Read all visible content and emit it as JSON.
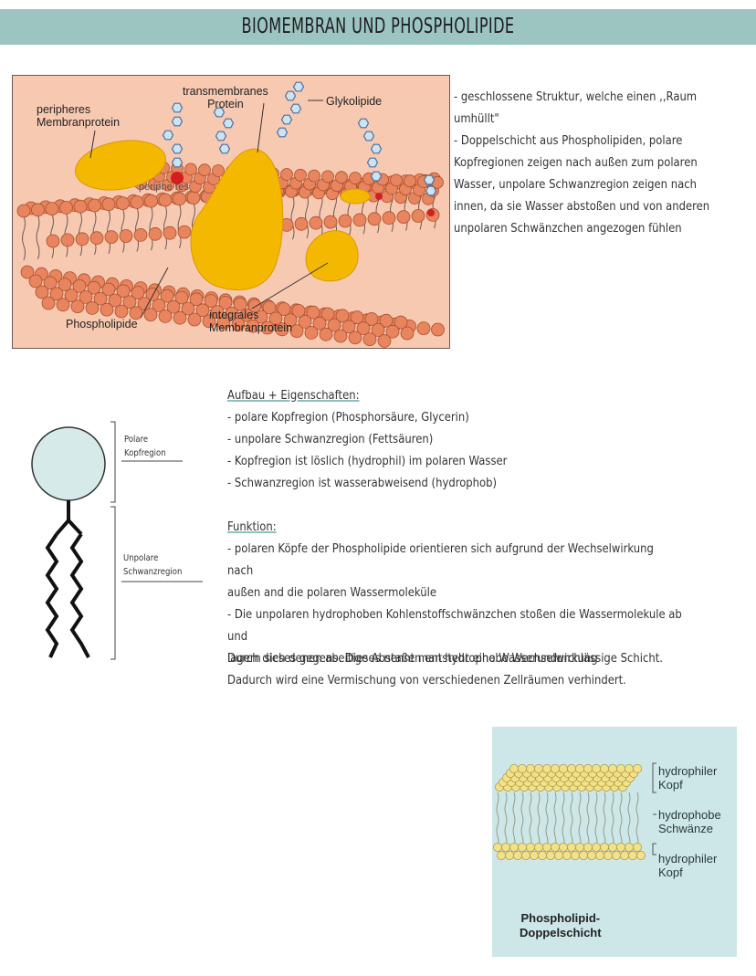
{
  "header": {
    "title": "BIOMEMBRAN UND PHOSPHOLIPIDE"
  },
  "membrane_figure": {
    "labels": {
      "peripheral": [
        "peripheres",
        "Membranprotein"
      ],
      "transmembrane": [
        "transmembranes",
        "Protein"
      ],
      "glycolipids": "Glykolipide",
      "overlay": "periphe res",
      "phospholipids": "Phospholipide",
      "integral": [
        "integrales",
        "Membranprotein"
      ]
    }
  },
  "description": {
    "lines": [
      "- geschlossene Struktur, welche einen ,,Raum",
      "umhüllt\"",
      "- Doppelschicht aus Phospholipiden, polare",
      "Kopfregionen zeigen nach außen zum polaren",
      "Wasser, unpolare Schwanzregion zeigen nach",
      "innen, da sie Wasser abstoßen und von anderen",
      "unpolaren Schwänzchen angezogen fühlen"
    ]
  },
  "phospholipid_sketch": {
    "head_label": [
      "Polare",
      "Kopfregion"
    ],
    "tail_label": [
      "Unpolare",
      "Schwanzregion"
    ]
  },
  "aufbau": {
    "heading": "Aufbau + Eigenschaften:",
    "items": [
      "- polare Kopfregion (Phosphorsäure, Glycerin)",
      "- unpolare Schwanzregion (Fettsäuren)",
      "- Kopfregion ist löslich (hydrophil) im polaren Wasser",
      "- Schwanzregion ist wasserabweisend (hydrophob)"
    ]
  },
  "funktion": {
    "heading": "Funktion:",
    "items": [
      "- polaren Köpfe der Phospholipide orientieren sich aufgrund der Wechselwirkung nach",
      "außen and die polaren Wassermoleküle",
      "- Die unpolaren hydrophoben Kohlenstoffschwänzchen stoßen die Wassermolekule ab und",
      "lagern sich denen ab. Dieses nennt man hydrophobe Wechselwirkung"
    ],
    "conclusion": [
      "Durch dieses gegenseitige Abstaßen entsteht eine Wasserundurchlässige Schicht.",
      "Dadurch wird eine Vermischung von verschiedenen Zellräumen verhindert."
    ]
  },
  "bilayer_figure": {
    "labels": {
      "top_head": [
        "hydrophiler",
        "Kopf"
      ],
      "tails": [
        "hydrophobe",
        "Schwänze"
      ],
      "bottom_head": [
        "hydrophiler",
        "Kopf"
      ]
    },
    "caption": [
      "Phospholipid-",
      "Doppelschicht"
    ]
  },
  "colors": {
    "header_bg": "#9cc4c1",
    "membrane_bg": "#f8c9b1",
    "head_bead": "#e8845e",
    "protein": "#f5b800",
    "bilayer_bg": "#cde6e7",
    "bilayer_bead": "#f3e08a"
  }
}
